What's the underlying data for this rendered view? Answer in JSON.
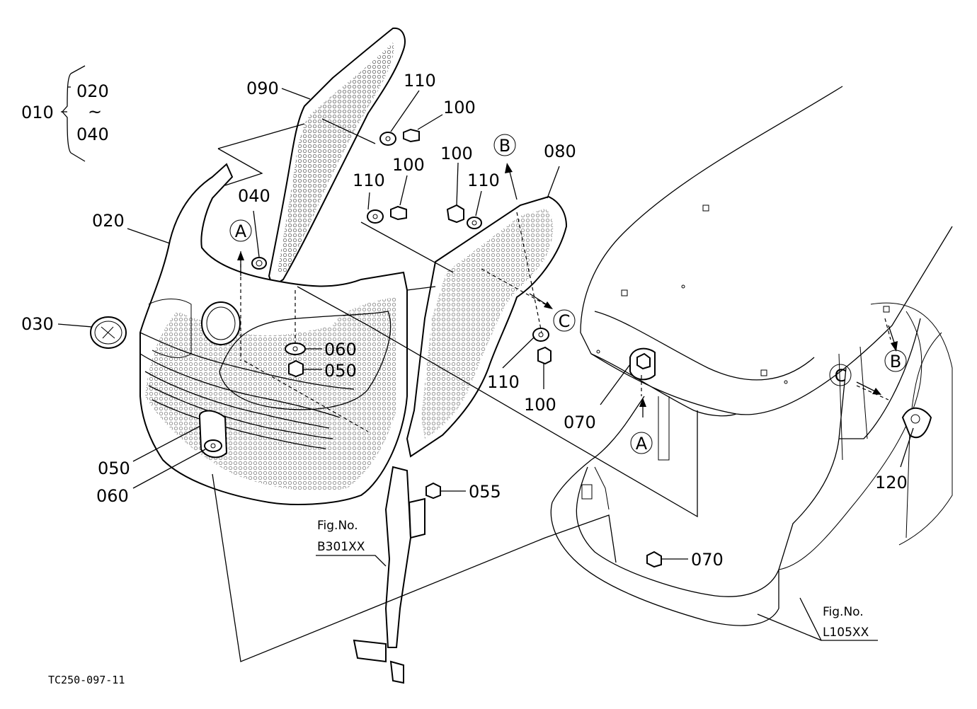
{
  "figure_code": "TC250-097-11",
  "assembly": {
    "parent": "010",
    "first": "020",
    "range_mark": "~",
    "last": "040"
  },
  "callouts": {
    "p020": "020",
    "p030": "030",
    "p040": "040",
    "p050a": "050",
    "p050b": "050",
    "p055": "055",
    "p060a": "060",
    "p060b": "060",
    "p070a": "070",
    "p070b": "070",
    "p080": "080",
    "p090": "090",
    "p100a": "100",
    "p100b": "100",
    "p100c": "100",
    "p100d": "100",
    "p110a": "110",
    "p110b": "110",
    "p110c": "110",
    "p110d": "110",
    "p120": "120"
  },
  "markers": {
    "a1": "A",
    "a2": "A",
    "b1": "B",
    "b2": "B",
    "c1": "C",
    "c2": "C"
  },
  "references": {
    "ref1_title": "Fig.No.",
    "ref1_code": "B301XX",
    "ref2_title": "Fig.No.",
    "ref2_code": "L105XX"
  }
}
